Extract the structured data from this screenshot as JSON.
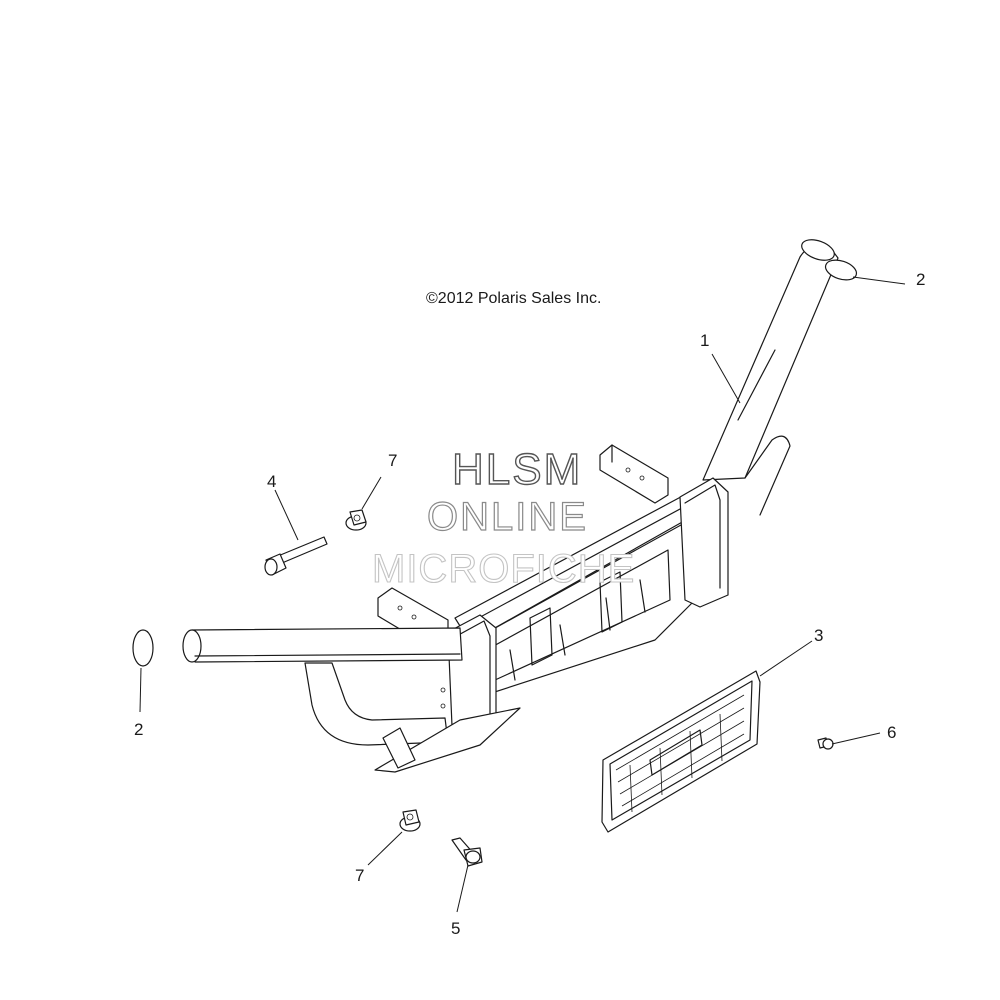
{
  "copyright": "©2012 Polaris Sales Inc.",
  "watermark": {
    "line1": "HLSM",
    "line2": "ONLINE",
    "line3": "MICROFICHE"
  },
  "callouts": [
    {
      "id": "c1",
      "label": "1"
    },
    {
      "id": "c2a",
      "label": "2"
    },
    {
      "id": "c2b",
      "label": "2"
    },
    {
      "id": "c3",
      "label": "3"
    },
    {
      "id": "c4",
      "label": "4"
    },
    {
      "id": "c5",
      "label": "5"
    },
    {
      "id": "c6",
      "label": "6"
    },
    {
      "id": "c7a",
      "label": "7"
    },
    {
      "id": "c7b",
      "label": "7"
    }
  ],
  "parts": [
    "bumper-assembly",
    "end-cap",
    "grille-insert",
    "bolt-long",
    "bolt-short",
    "screw-small",
    "flange-nut"
  ]
}
